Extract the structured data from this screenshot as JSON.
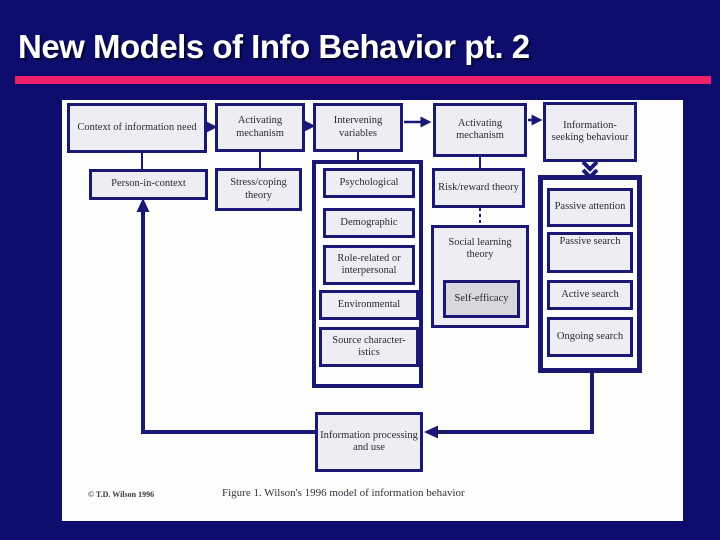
{
  "slide": {
    "title": "New Models of Info Behavior pt. 2"
  },
  "diagram": {
    "boxes": {
      "context_need": "Context of information need",
      "activating_mechanism_1": "Activating mechanism",
      "intervening_variables": "Intervening variables",
      "activating_mechanism_2": "Activating mechanism",
      "info_seeking_behaviour": "Information-seeking behaviour",
      "person_in_context": "Person-in-context",
      "stress_coping": "Stress/coping theory",
      "risk_reward": "Risk/reward theory",
      "psychological": "Psychological",
      "demographic": "Demographic",
      "role_related": "Role-related or interpersonal",
      "environmental": "Environmental",
      "source_characteristics": "Source character-istics",
      "social_learning": "Social learning theory",
      "self_efficacy": "Self-efficacy",
      "passive_attention": "Passive attention",
      "passive_search": "Passive search",
      "active_search": "Active search",
      "ongoing_search": "Ongoing search",
      "info_processing": "Information processing and use"
    },
    "captions": {
      "copyright": "© T.D. Wilson 1996",
      "figure": "Figure 1. Wilson's 1996 model of information behavior"
    },
    "colors": {
      "slide_background": "#0d0d6d",
      "title_text": "#ffffff",
      "title_underline": "#ee2168",
      "panel_background": "#fdfdfc",
      "box_border": "#191975",
      "box_fill": "#ededf3",
      "self_efficacy_fill": "#d7d7dc"
    }
  }
}
